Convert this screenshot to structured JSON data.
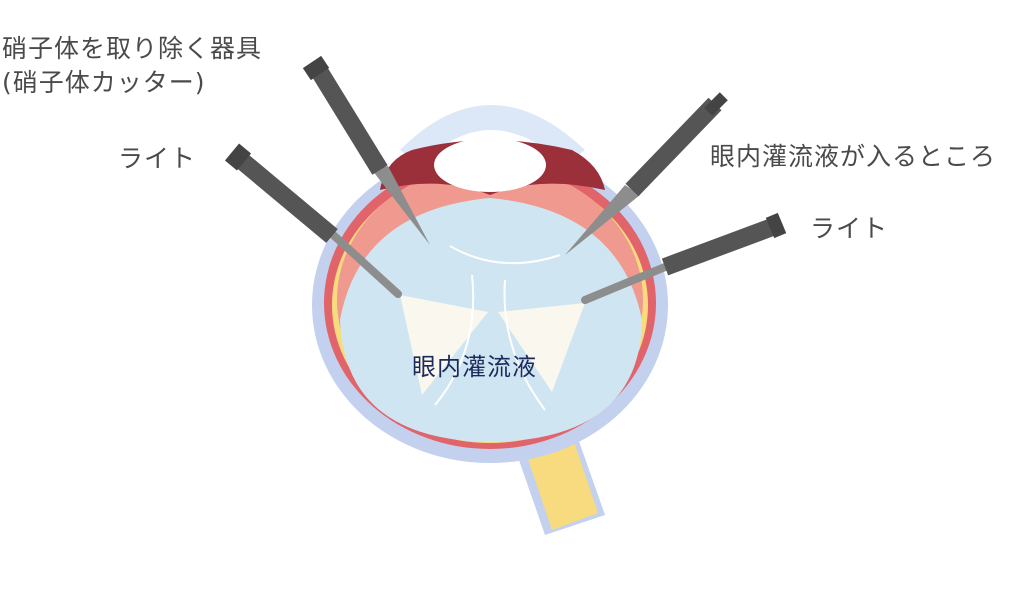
{
  "labels": {
    "vitreous_cutter_line1": "硝子体を取り除く器具",
    "vitreous_cutter_line2": "(硝子体カッター)",
    "light_left": "ライト",
    "infusion_port": "眼内灌流液が入るところ",
    "light_right": "ライト",
    "infusion_fluid": "眼内灌流液"
  },
  "colors": {
    "sclera": "#c3d1ef",
    "cornea": "#dce8f8",
    "choroid": "#e0646a",
    "retina": "#f7db7e",
    "ciliary": "#f0998f",
    "vitreous": "#cfe5f2",
    "iris": "#9b2f3a",
    "lens": "#ffffff",
    "optic_nerve": "#f7db7e",
    "instrument_handle": "#555555",
    "instrument_shaft": "#8d8d8d",
    "light_cone": "#faf7ee"
  }
}
